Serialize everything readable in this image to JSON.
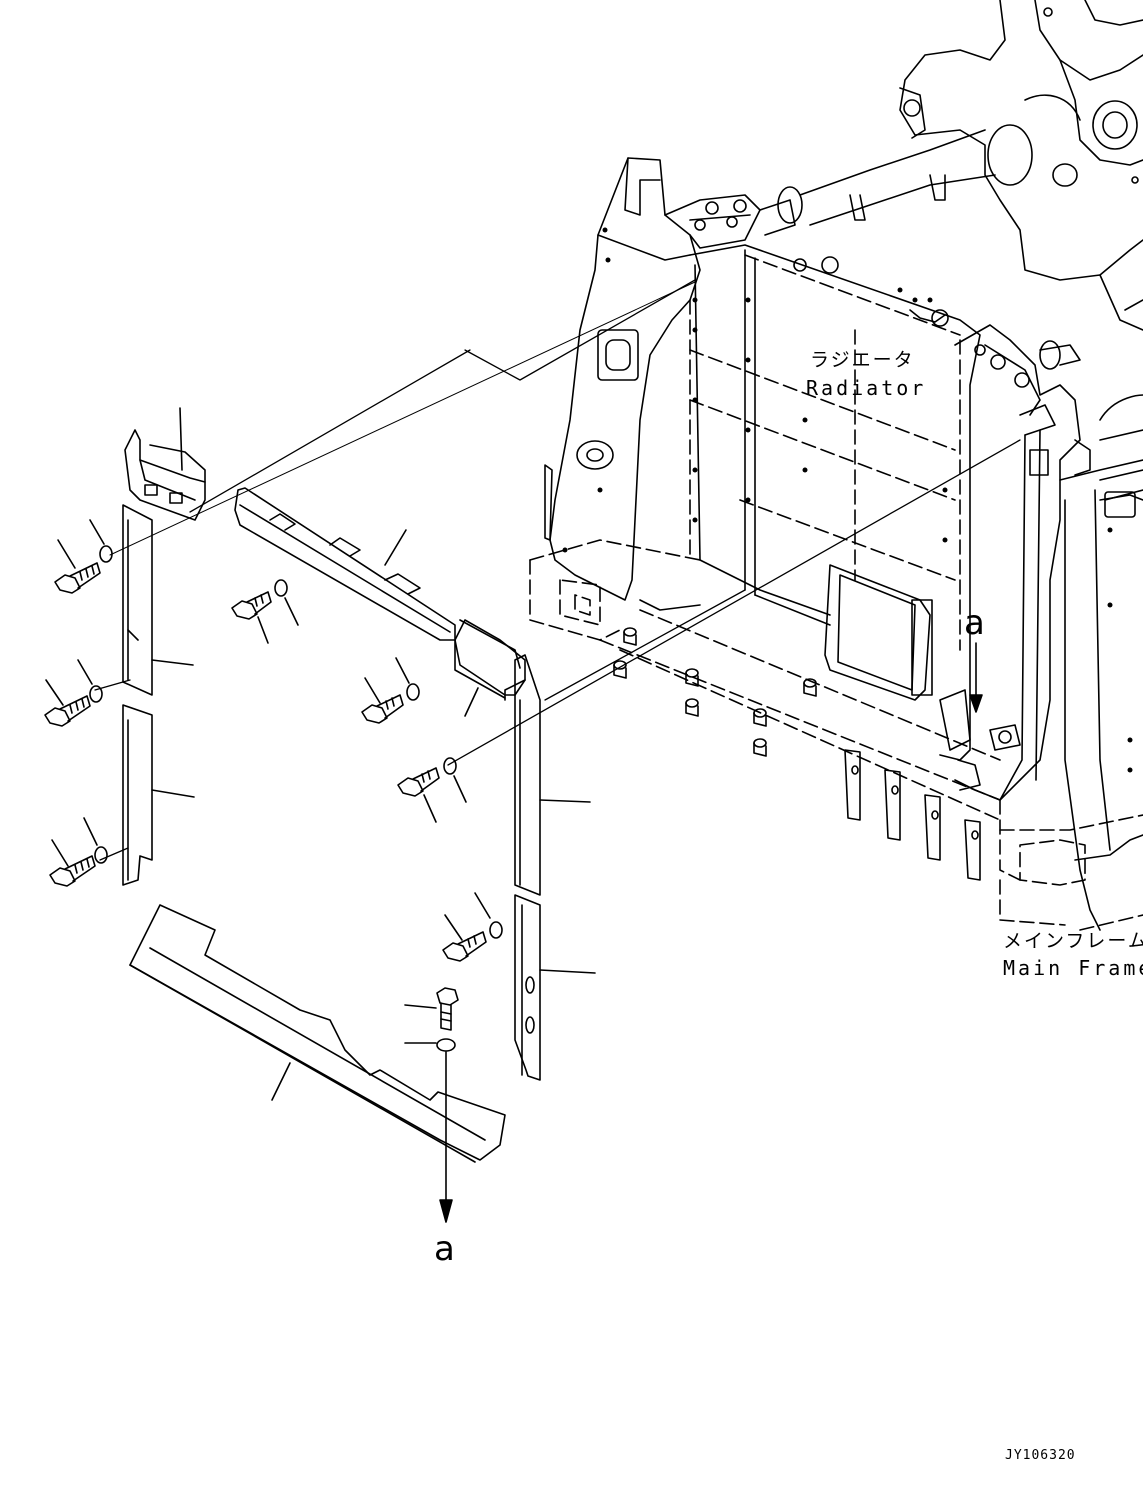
{
  "labels": {
    "radiator_jp": "ラジエータ",
    "radiator_en": "Radiator",
    "main_frame_jp": "メインフレーム",
    "main_frame_en": "Main Frame",
    "ref_a_top": "a",
    "ref_a_bottom": "a",
    "drawing_id": "JY106320"
  },
  "colors": {
    "line": "#000000",
    "background": "#ffffff"
  }
}
